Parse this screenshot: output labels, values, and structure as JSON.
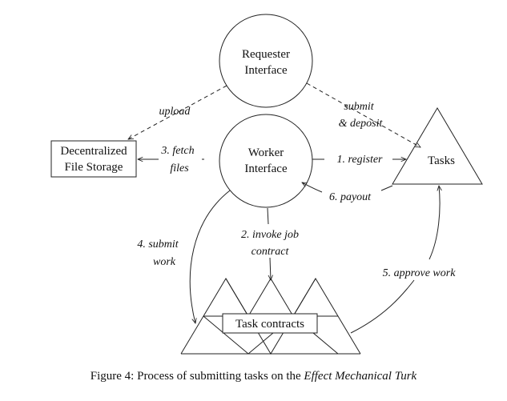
{
  "nodes": {
    "requester_line1": "Requester",
    "requester_line2": "Interface",
    "worker_line1": "Worker",
    "worker_line2": "Interface",
    "storage_line1": "Decentralized",
    "storage_line2": "File Storage",
    "tasks": "Tasks",
    "contracts": "Task contracts"
  },
  "edges": {
    "upload": "upload",
    "submit_deposit_line1": "submit",
    "submit_deposit_line2": "& deposit",
    "fetch_line1": "3. fetch",
    "fetch_line2": "files",
    "register": "1. register",
    "payout": "6. payout",
    "submit_work_line1": "4. submit",
    "submit_work_line2": "work",
    "invoke_line1": "2. invoke job",
    "invoke_line2": "contract",
    "approve": "5. approve work"
  },
  "caption": {
    "prefix": "Figure 4: Process of submitting tasks on the ",
    "emphasis": "Effect Mechanical Turk"
  }
}
